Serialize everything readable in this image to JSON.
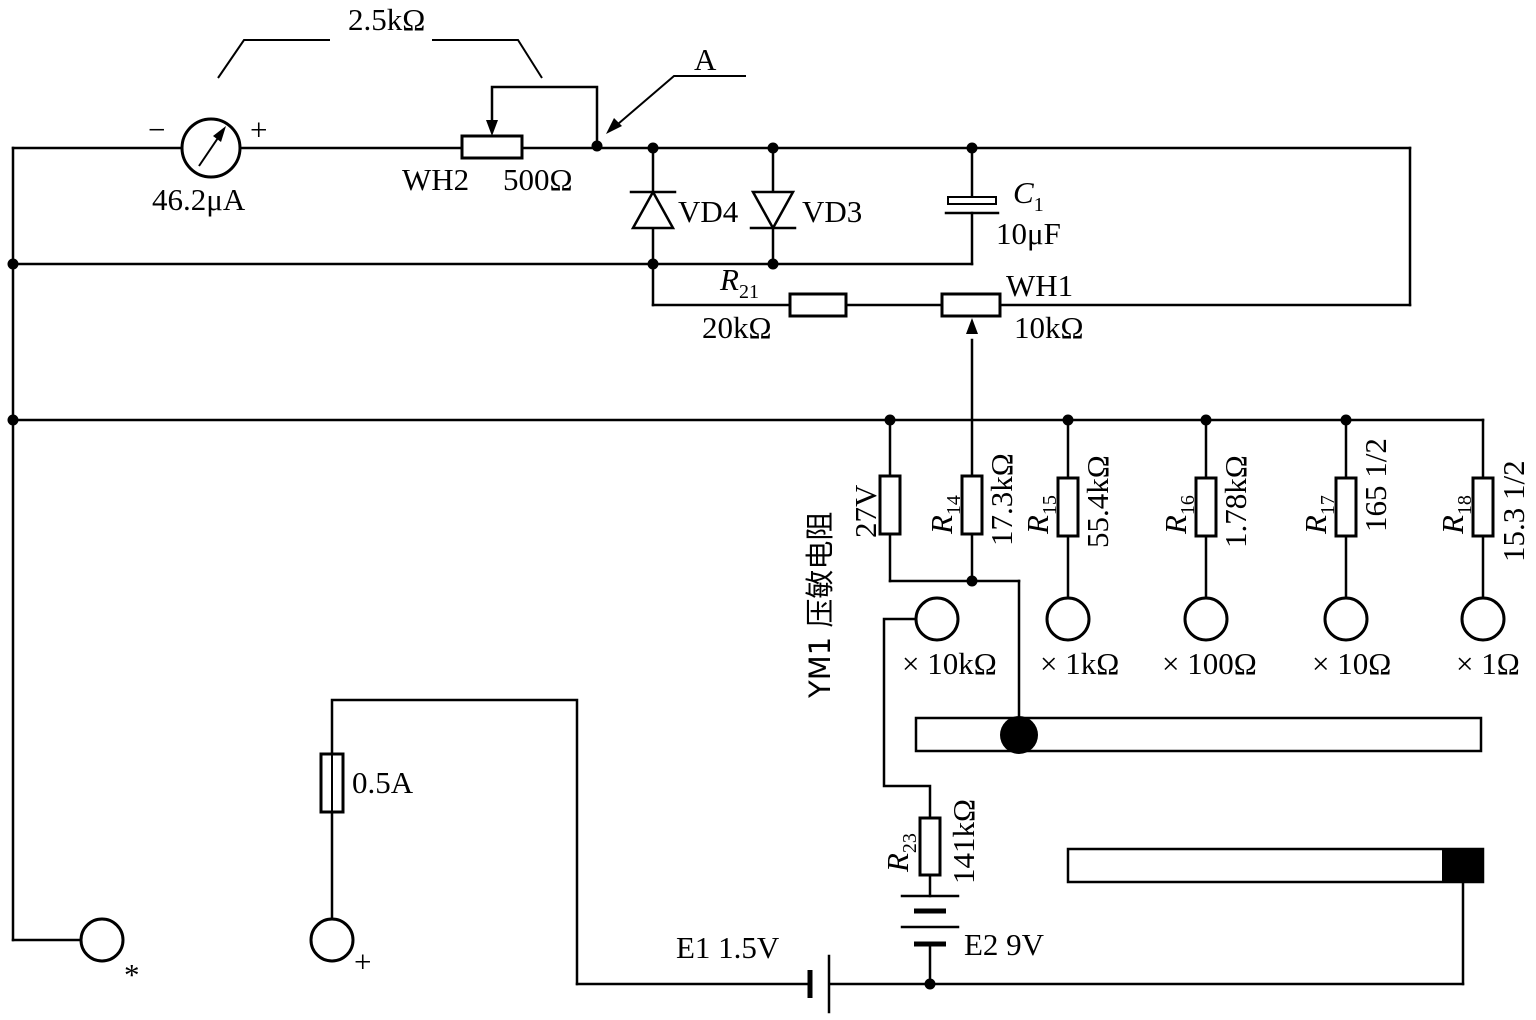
{
  "meter": {
    "minus": "−",
    "plus": "+",
    "rating": "46.2μA"
  },
  "wh2": {
    "total_label": "2.5kΩ",
    "name": "WH2",
    "value": "500Ω"
  },
  "node_a": {
    "label": "A"
  },
  "vd4": {
    "name": "VD4"
  },
  "vd3": {
    "name": "VD3"
  },
  "c1": {
    "letter": "C",
    "index": "1",
    "value": "10μF"
  },
  "r21": {
    "letter": "R",
    "index": "21",
    "value": "20kΩ"
  },
  "wh1": {
    "name": "WH1",
    "value": "10kΩ"
  },
  "varistor": {
    "rating": "27V",
    "caption": "YM1 压敏电阻"
  },
  "r14": {
    "letter": "R",
    "index": "14",
    "value": "17.3kΩ"
  },
  "r15": {
    "letter": "R",
    "index": "15",
    "value": "55.4kΩ"
  },
  "r16": {
    "letter": "R",
    "index": "16",
    "value": "1.78kΩ"
  },
  "r17": {
    "letter": "R",
    "index": "17",
    "value": "165 1/2"
  },
  "r18": {
    "letter": "R",
    "index": "18",
    "value": "15.3 1/2"
  },
  "ranges": {
    "x10k": "× 10kΩ",
    "x1k": "× 1kΩ",
    "x100": "× 100Ω",
    "x10": "× 10Ω",
    "x1": "× 1Ω"
  },
  "fuse": {
    "value": "0.5A"
  },
  "r23": {
    "letter": "R",
    "index": "23",
    "value": "141kΩ"
  },
  "e1": {
    "label": "E1  1.5V"
  },
  "e2": {
    "label": "E2 9V"
  },
  "terminals": {
    "common_mark": "*",
    "plus_mark": "+"
  }
}
